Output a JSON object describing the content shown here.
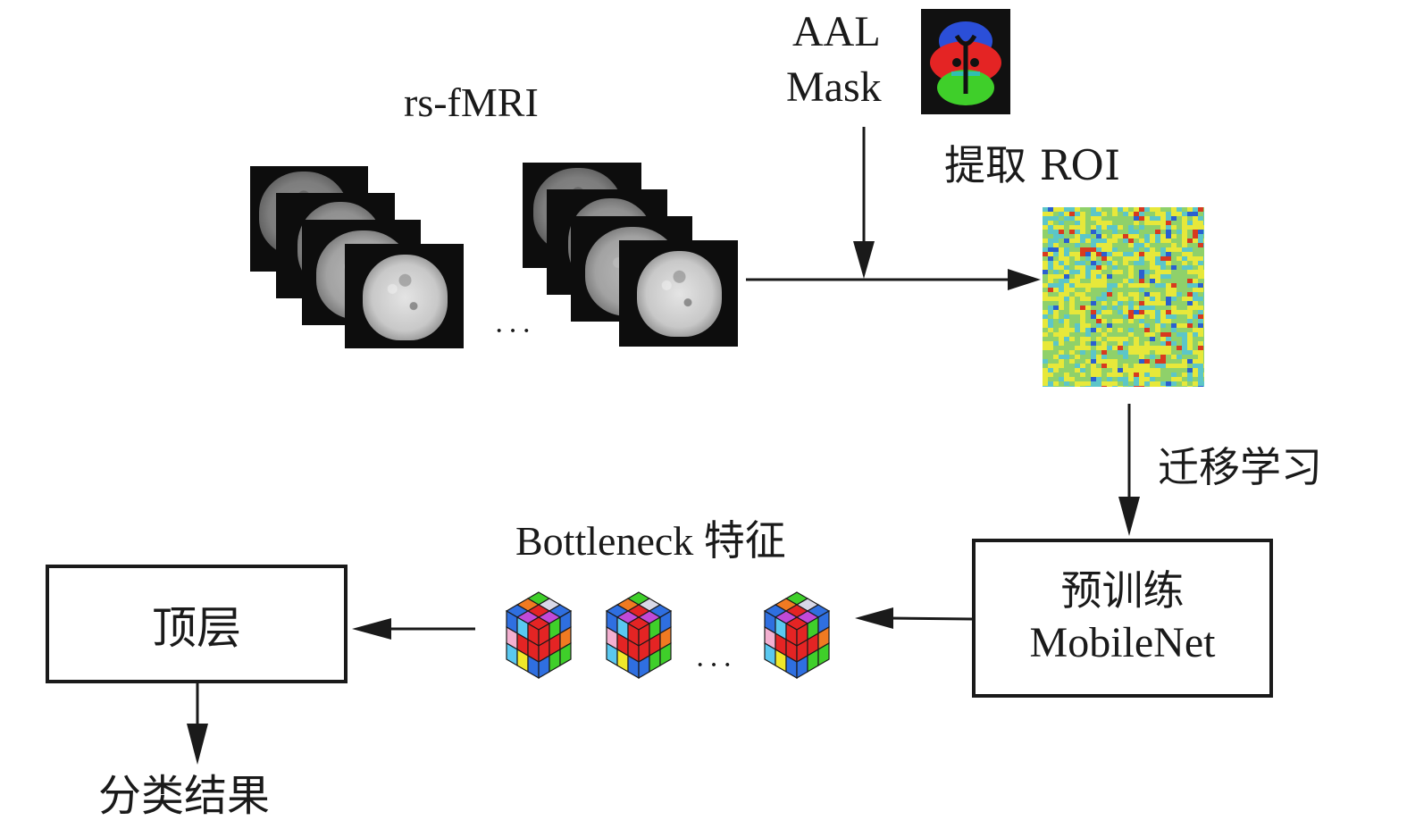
{
  "labels": {
    "rs_fmri": "rs-fMRI",
    "aal_line1": "AAL",
    "aal_line2": "Mask",
    "extract_roi": "提取 ROI",
    "transfer_learning": "迁移学习",
    "bottleneck_features": "Bottleneck 特征",
    "ellipsis_fmri": "···",
    "ellipsis_features": "···",
    "classification_result": "分类结果"
  },
  "nodes": {
    "pretrained": {
      "line1": "预训练",
      "line2": "MobileNet"
    },
    "top_layer": {
      "label": "顶层"
    }
  },
  "colors": {
    "line": "#1a1a1a",
    "heatmap_base": "#8fd16a",
    "heatmap_yellow": "#e7e83a",
    "heatmap_cyan": "#5cc6c8",
    "heatmap_red": "#d83a1f",
    "heatmap_blue": "#2a5fd0",
    "aal_blue": "#2b4fd8",
    "aal_red": "#e42424",
    "aal_green": "#3fcf2a",
    "aal_cyan": "#30c0b0"
  },
  "flow": [
    "rs-fMRI",
    "提取 ROI",
    "迁移学习",
    "预训练 MobileNet",
    "Bottleneck 特征",
    "顶层",
    "分类结果"
  ]
}
